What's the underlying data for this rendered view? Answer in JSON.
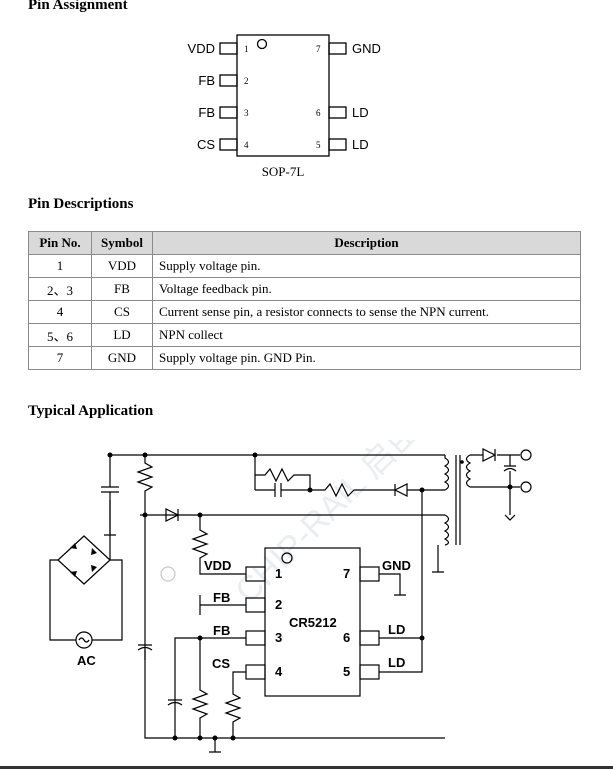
{
  "pin_assignment": {
    "heading": "Pin Assignment",
    "package_label": "SOP-7L",
    "pins_left": [
      {
        "number": "1",
        "name": "VDD"
      },
      {
        "number": "2",
        "name": "FB"
      },
      {
        "number": "3",
        "name": "FB"
      },
      {
        "number": "4",
        "name": "CS"
      }
    ],
    "pins_right": [
      {
        "number": "7",
        "name": "GND"
      },
      {
        "number": "6",
        "name": "LD"
      },
      {
        "number": "5",
        "name": "LD"
      }
    ]
  },
  "pin_descriptions": {
    "heading": "Pin Descriptions",
    "headers": [
      "Pin No.",
      "Symbol",
      "Description"
    ],
    "rows": [
      [
        "1",
        "VDD",
        "Supply voltage pin."
      ],
      [
        "2、3",
        "FB",
        "Voltage feedback pin."
      ],
      [
        "4",
        "CS",
        "Current sense pin, a resistor connects to sense the NPN current."
      ],
      [
        "5、6",
        "LD",
        "NPN collect"
      ],
      [
        "7",
        "GND",
        "Supply voltage pin. GND Pin."
      ]
    ]
  },
  "typical_application": {
    "heading": "Typical Application",
    "chip_name": "CR5212",
    "source_label": "AC",
    "pin_labels": {
      "vdd": "VDD",
      "fb1": "FB",
      "fb2": "FB",
      "cs": "CS",
      "gnd": "GND",
      "ld1": "LD",
      "ld2": "LD"
    },
    "pin_numbers": {
      "p1": "1",
      "p2": "2",
      "p3": "3",
      "p4": "4",
      "p5": "5",
      "p6": "6",
      "p7": "7"
    }
  },
  "watermark": "CHIP-RAIL 启臣微电子"
}
